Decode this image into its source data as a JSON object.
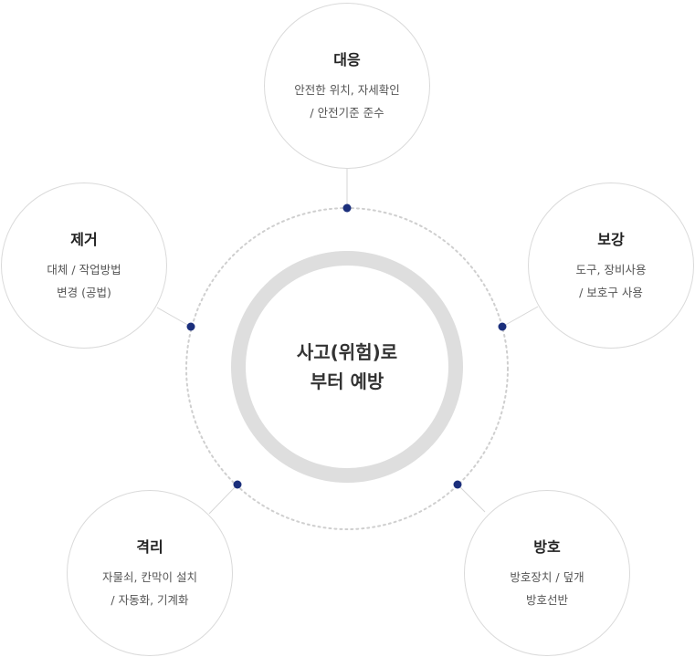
{
  "center": {
    "line1": "사고(위험)로",
    "line2": "부터 예방"
  },
  "nodes": {
    "response": {
      "title": "대응",
      "line1": "안전한 위치, 자세확인",
      "line2": "/ 안전기준 준수"
    },
    "remove": {
      "title": "제거",
      "line1": "대체 / 작업방법",
      "line2": "변경 (공법)"
    },
    "reinforce": {
      "title": "보강",
      "line1": "도구, 장비사용",
      "line2": "/ 보호구 사용"
    },
    "isolate": {
      "title": "격리",
      "line1": "자물쇠, 칸막이 설치",
      "line2": "/ 자동화, 기계화"
    },
    "protect": {
      "title": "방호",
      "line1": "방호장치 / 덮개",
      "line2": "방호선반"
    }
  },
  "colors": {
    "dot": "#1b2f7c",
    "ring": "#dedede",
    "dotted_orbit": "#cfcfcf",
    "node_border": "#dadada",
    "connector": "#d6d6d6"
  }
}
